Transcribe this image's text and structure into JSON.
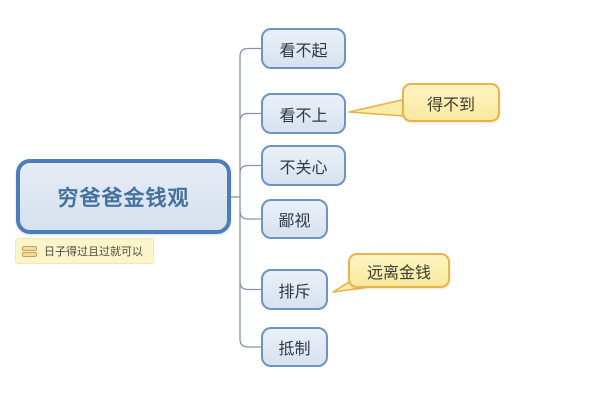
{
  "diagram": {
    "type": "mindmap",
    "background": "#ffffff",
    "root": {
      "label": "穷爸爸金钱观"
    },
    "note": {
      "label": "日子得过且过就可以",
      "icon": "notes-icon"
    },
    "children": [
      {
        "label": "看不起"
      },
      {
        "label": "看不上",
        "callout": "得不到"
      },
      {
        "label": "不关心"
      },
      {
        "label": "鄙视"
      },
      {
        "label": "排斥",
        "callout": "远离金钱"
      },
      {
        "label": "抵制"
      }
    ],
    "colors": {
      "root_border": "#4d7cba",
      "root_fill": "#dbe4f1",
      "root_text": "#44719f",
      "child_border": "#6e94c4",
      "child_fill": "#dce6f2",
      "child_text": "#2e3947",
      "callout_border": "#e7b44c",
      "callout_fill": "#fbedaa",
      "callout_text": "#3c3c30",
      "note_fill": "#fcf5cc",
      "note_text": "#4a4a3c",
      "connector": "#8496ad"
    }
  }
}
